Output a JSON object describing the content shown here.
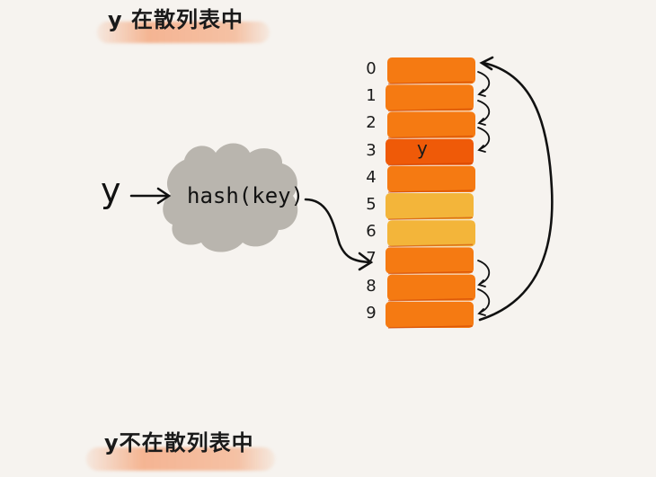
{
  "captions": {
    "top": "y 在散列表中",
    "bottom": "y不在散列表中"
  },
  "input_key": "y",
  "hash_function": "hash(key)",
  "table": {
    "indices": [
      "0",
      "1",
      "2",
      "3",
      "4",
      "5",
      "6",
      "7",
      "8",
      "9"
    ],
    "cells": [
      {
        "index": "0",
        "label": "",
        "state": "occupied"
      },
      {
        "index": "1",
        "label": "",
        "state": "occupied"
      },
      {
        "index": "2",
        "label": "",
        "state": "occupied"
      },
      {
        "index": "3",
        "label": "y",
        "state": "target"
      },
      {
        "index": "4",
        "label": "",
        "state": "occupied"
      },
      {
        "index": "5",
        "label": "",
        "state": "empty"
      },
      {
        "index": "6",
        "label": "",
        "state": "empty"
      },
      {
        "index": "7",
        "label": "",
        "state": "occupied"
      },
      {
        "index": "8",
        "label": "",
        "state": "occupied"
      },
      {
        "index": "9",
        "label": "",
        "state": "occupied"
      }
    ]
  },
  "colors": {
    "occupied": "#f57a12",
    "target": "#ef5a08",
    "empty": "#f3b53a",
    "cloud": "#b9b5ae",
    "ink": "#111111",
    "brush": "#f3b393",
    "background": "#f6f3ef"
  }
}
